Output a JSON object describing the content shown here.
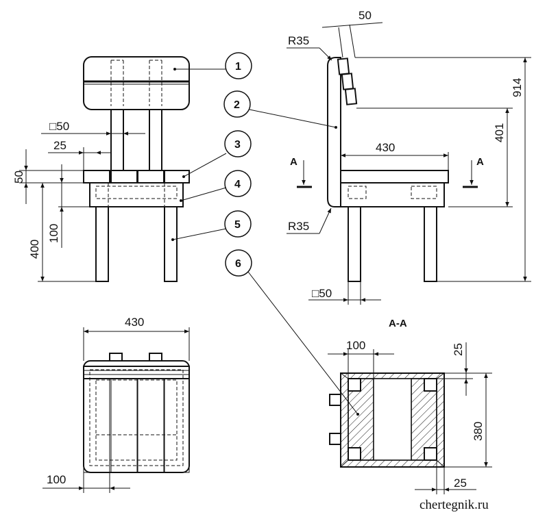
{
  "callouts": [
    "1",
    "2",
    "3",
    "4",
    "5",
    "6"
  ],
  "front_dims": {
    "sq50": "□50",
    "d25": "25",
    "d50": "50",
    "d100": "100",
    "d400": "400"
  },
  "side_dims": {
    "d50": "50",
    "r35_top": "R35",
    "d914": "914",
    "d401": "401",
    "d430": "430",
    "r35_bottom": "R35",
    "sq50": "□50",
    "section_left": "A",
    "section_right": "A"
  },
  "top_view": {
    "d430": "430",
    "d100": "100"
  },
  "section": {
    "title": "A-A",
    "d100": "100",
    "d25_top": "25",
    "d380": "380",
    "d25_bottom": "25"
  },
  "watermark": "chertegnik.ru",
  "colors": {
    "line": "#111111",
    "background": "#ffffff"
  }
}
